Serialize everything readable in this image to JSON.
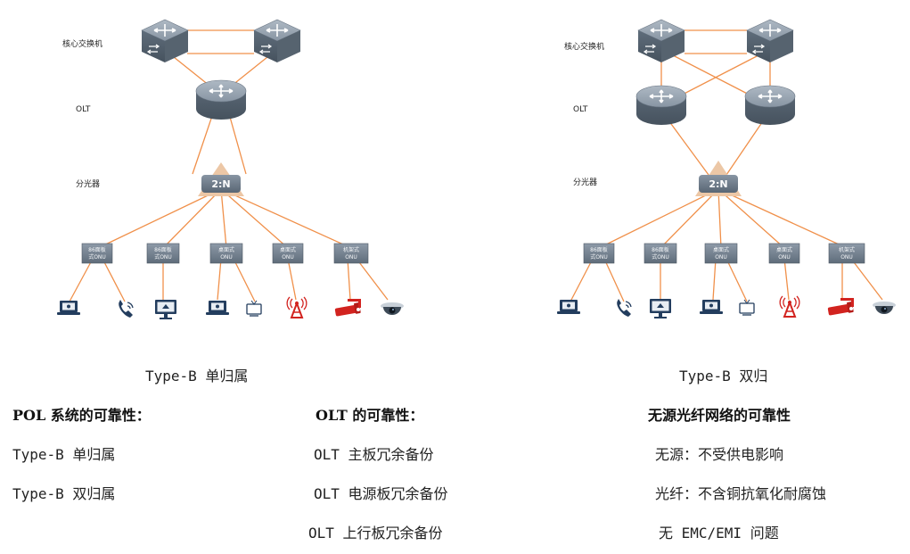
{
  "diagrams": {
    "left": {
      "core_label": "核心交换机",
      "olt_label": "OLT",
      "splitter_label": "分光器",
      "splitter_text": "2:N",
      "caption": "Type-B 单归属",
      "onus": [
        {
          "line1": "86面板",
          "line2": "式ONU"
        },
        {
          "line1": "86面板",
          "line2": "式ONU"
        },
        {
          "line1": "桌面式",
          "line2": "ONU"
        },
        {
          "line1": "桌面式",
          "line2": "ONU"
        },
        {
          "line1": "机架式",
          "line2": "ONU"
        }
      ]
    },
    "right": {
      "core_label": "核心交换机",
      "olt_label": "OLT",
      "splitter_label": "分光器",
      "splitter_text": "2:N",
      "caption": "Type-B 双归",
      "onus": [
        {
          "line1": "86面板",
          "line2": "式ONU"
        },
        {
          "line1": "86面板",
          "line2": "式ONU"
        },
        {
          "line1": "桌面式",
          "line2": "ONU"
        },
        {
          "line1": "桌面式",
          "line2": "ONU"
        },
        {
          "line1": "机架式",
          "line2": "ONU"
        }
      ]
    },
    "devices": [
      "laptop-icon",
      "phone-icon",
      "monitor-icon",
      "laptop-icon",
      "tv-icon",
      "antenna-icon",
      "camera-icon",
      "dome-camera-icon"
    ],
    "colors": {
      "link": "#f0904a",
      "device": "#6e7d8d",
      "splitter": "#ecc7a6",
      "accent_red": "#d2231f",
      "navy": "#233d5e"
    }
  },
  "columns": [
    {
      "heading": "POL 系统的可靠性：",
      "items": [
        "Type-B 单归属",
        "Type-B 双归属"
      ]
    },
    {
      "heading": "OLT 的可靠性：",
      "items": [
        "OLT 主板冗余备份",
        "OLT 电源板冗余备份",
        "OLT 上行板冗余备份"
      ]
    },
    {
      "heading": "无源光纤网络的可靠性",
      "items": [
        "无源：不受供电影响",
        "光纤：不含铜抗氧化耐腐蚀",
        "无 EMC/EMI 问题"
      ]
    }
  ]
}
